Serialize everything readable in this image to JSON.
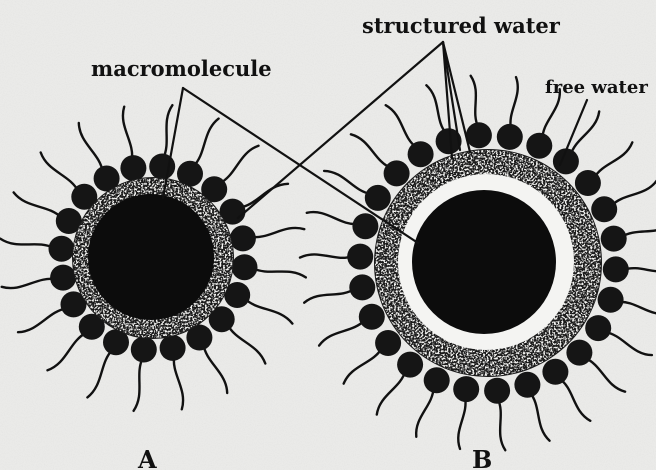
{
  "labels": {
    "macromolecule": "macromolecule",
    "structured_water": "structured water",
    "free_water": "free water",
    "panel_a": "A",
    "panel_b": "B"
  },
  "colors": {
    "background": "#ececea",
    "ink": "#111111",
    "white_gap": "#f4f4f2"
  }
}
